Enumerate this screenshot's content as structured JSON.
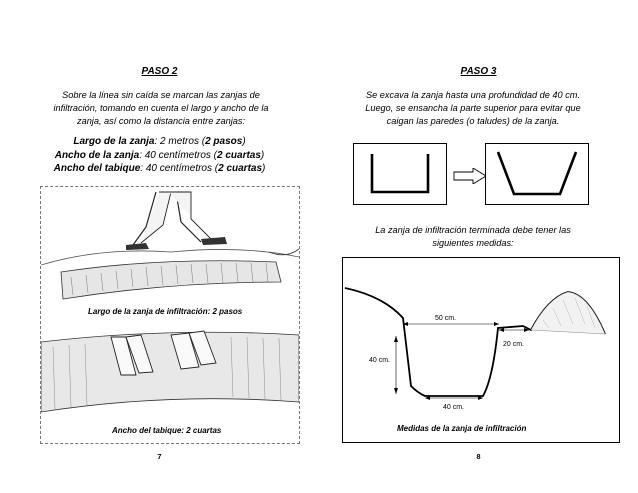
{
  "left_page": {
    "title": "PASO 2",
    "paragraph": {
      "line1": "Sobre la línea sin caída se marcan las zanjas de",
      "line2": "infiltración, tomando en cuenta el largo y ancho de la",
      "line3": "zanja, así como la distancia entre zanjas:"
    },
    "specs": [
      {
        "label": "Largo de la zanja",
        "value": ": 2 metros (",
        "emph": "2 pasos",
        "close": ")"
      },
      {
        "label": "Ancho de la zanja",
        "value": ": 40 centímetros (",
        "emph": "2 cuartas",
        "close": ")"
      },
      {
        "label": "Ancho del tabique",
        "value": ": 40 centímetros (",
        "emph": "2 cuartas",
        "close": ")"
      }
    ],
    "caption_top": "Largo de la zanja de infiltración: 2 pasos",
    "caption_bottom": "Ancho del tabique: 2 cuartas",
    "page_number": "7"
  },
  "right_page": {
    "title": "PASO 3",
    "paragraph": {
      "line1": "Se excava la zanja hasta una profundidad de 40 cm.",
      "line2": "Luego, se ensancha la parte superior para evitar que",
      "line3": "caigan las paredes (o taludes) de la zanja."
    },
    "paragraph2": {
      "line1": "La zanja de infiltración terminada debe tener las",
      "line2": "siguientes medidas:"
    },
    "dimensions": {
      "top_width": "50 cm.",
      "depth": "40 cm.",
      "bottom_width": "40 cm.",
      "berm": "20 cm."
    },
    "diagram_caption": "Medidas de la zanja de infiltración",
    "page_number": "8"
  }
}
